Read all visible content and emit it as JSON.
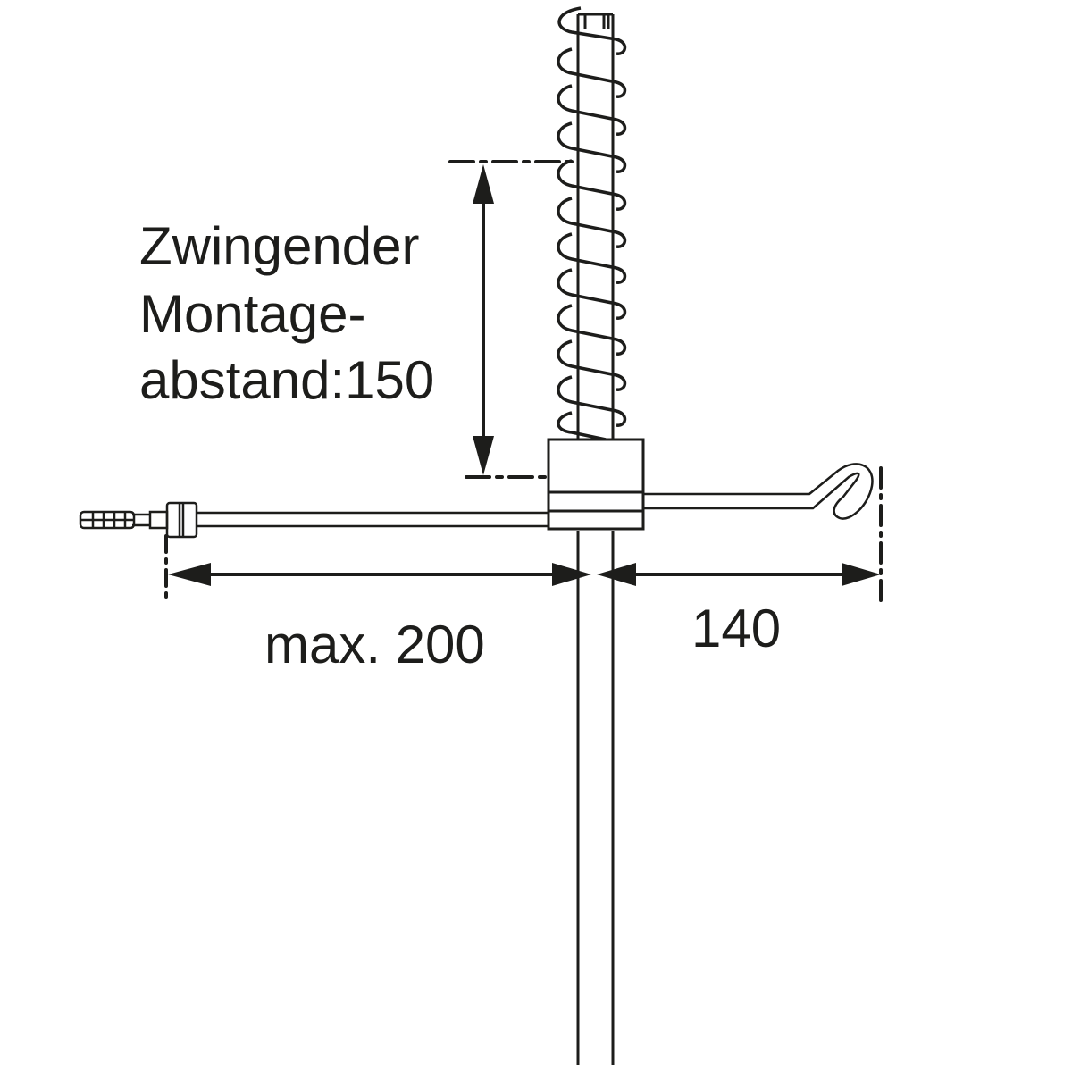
{
  "diagram": {
    "type": "installation-dimension-drawing",
    "colors": {
      "line": "#1d1d1b",
      "background": "#ffffff"
    },
    "mounting_note": {
      "line1": "Zwingender",
      "line2": "Montage-",
      "line3": "abstand:150"
    },
    "dimensions": {
      "left_span": "max. 200",
      "right_span": "140",
      "vertical_span": "150"
    },
    "components": [
      "spring-hose",
      "clamp-block",
      "supply-pipe",
      "connection-hose-left",
      "hook-arm-right"
    ]
  }
}
